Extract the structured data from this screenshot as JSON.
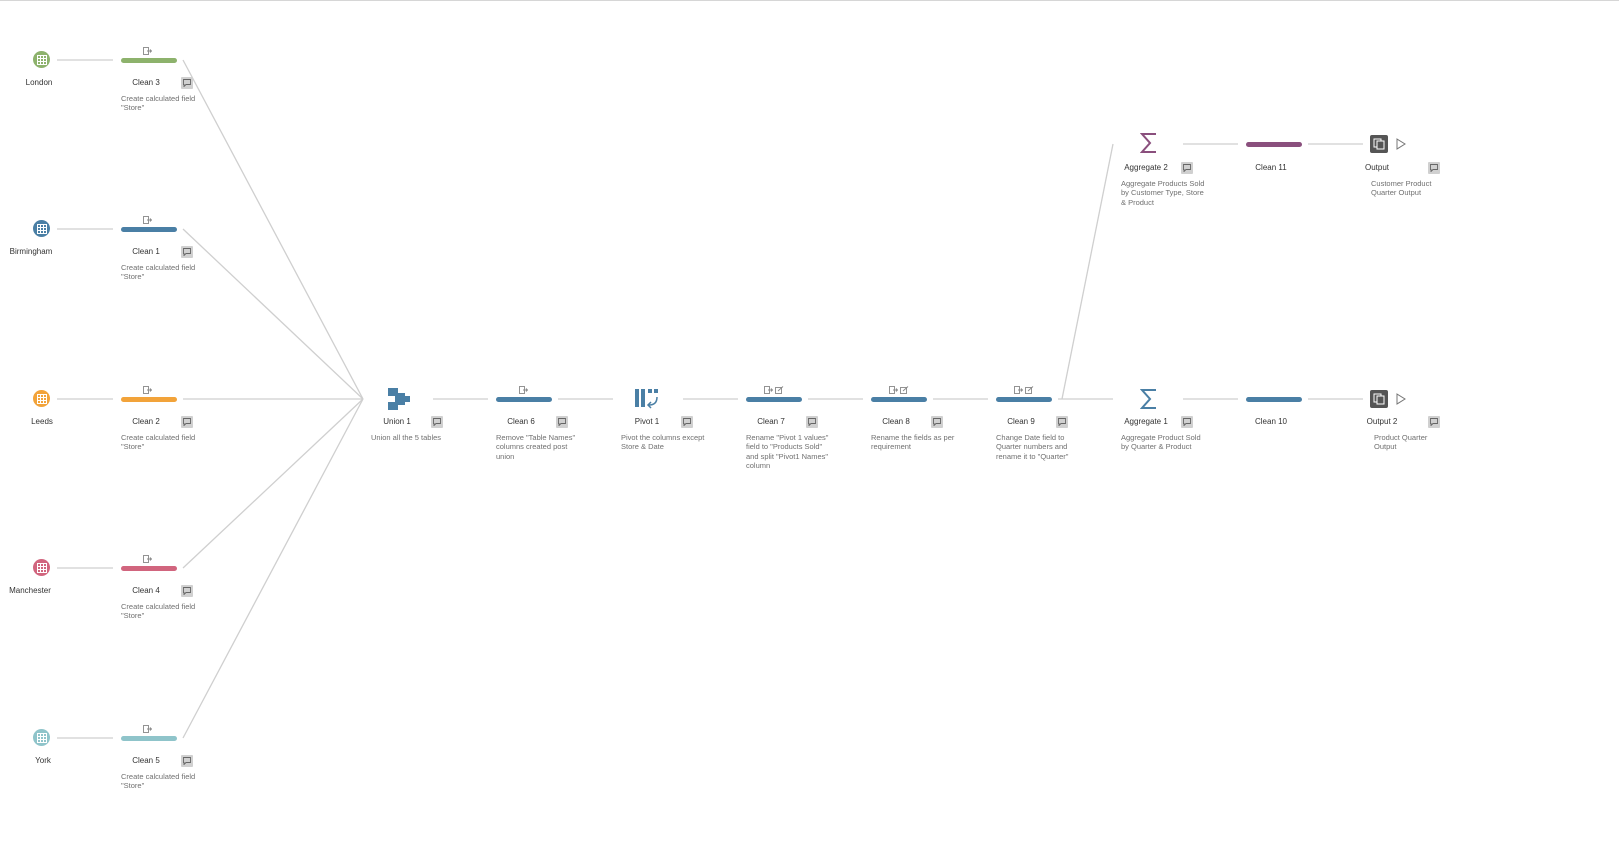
{
  "colors": {
    "connector": "#cfcfcf",
    "london": "#8db26c",
    "birmingham": "#4a7fa5",
    "leeds": "#f2a33a",
    "manchester": "#d1657e",
    "york": "#8fc4ca",
    "clean_blue": "#4a7fa5",
    "aggregate_purple": "#8a4f7d",
    "output_dark": "#555555"
  },
  "inputs": [
    {
      "name": "London",
      "color": "#8db26c"
    },
    {
      "name": "Birmingham",
      "color": "#4a7fa5"
    },
    {
      "name": "Leeds",
      "color": "#f2a33a"
    },
    {
      "name": "Manchester",
      "color": "#d1657e"
    },
    {
      "name": "York",
      "color": "#8fc4ca"
    }
  ],
  "input_cleans": [
    {
      "label": "Clean 3",
      "desc": "Create calculated field \"Store\"",
      "color": "#8db26c"
    },
    {
      "label": "Clean 1",
      "desc": "Create calculated field \"Store\"",
      "color": "#4a7fa5"
    },
    {
      "label": "Clean 2",
      "desc": "Create calculated field \"Store\"",
      "color": "#f2a33a"
    },
    {
      "label": "Clean 4",
      "desc": "Create calculated field \"Store\"",
      "color": "#d1657e"
    },
    {
      "label": "Clean 5",
      "desc": "Create calculated field \"Store\"",
      "color": "#8fc4ca"
    }
  ],
  "union": {
    "label": "Union 1",
    "desc": "Union all the 5 tables"
  },
  "clean6": {
    "label": "Clean 6",
    "desc": "Remove \"Table Names\" columns created post union"
  },
  "pivot": {
    "label": "Pivot 1",
    "desc": "Pivot the columns except Store & Date"
  },
  "clean7": {
    "label": "Clean 7",
    "desc": "Rename \"Pivot 1 values\" field to \"Products Sold\" and split \"Pivot1 Names\" column"
  },
  "clean8": {
    "label": "Clean 8",
    "desc": "Rename the fields as per requirement"
  },
  "clean9": {
    "label": "Clean 9",
    "desc": "Change Date field to Quarter numbers and rename it to \"Quarter\""
  },
  "aggregate2": {
    "label": "Aggregate 2",
    "desc": "Aggregate Products Sold by Customer Type, Store & Product"
  },
  "clean11": {
    "label": "Clean 11"
  },
  "output1": {
    "label": "Output",
    "desc": "Customer Product Quarter Output"
  },
  "aggregate1": {
    "label": "Aggregate 1",
    "desc": "Aggregate Product Sold by Quarter & Product"
  },
  "clean10": {
    "label": "Clean 10"
  },
  "output2": {
    "label": "Output 2",
    "desc": "Product Quarter Output"
  },
  "icons": {
    "input": "table-grid-icon",
    "clean_change": "clean-change-icon",
    "rename": "rename-icon",
    "union": "union-icon",
    "pivot": "pivot-icon",
    "aggregate": "sigma-icon",
    "output": "output-icon",
    "run": "run-play-icon",
    "comment": "comment-icon"
  }
}
